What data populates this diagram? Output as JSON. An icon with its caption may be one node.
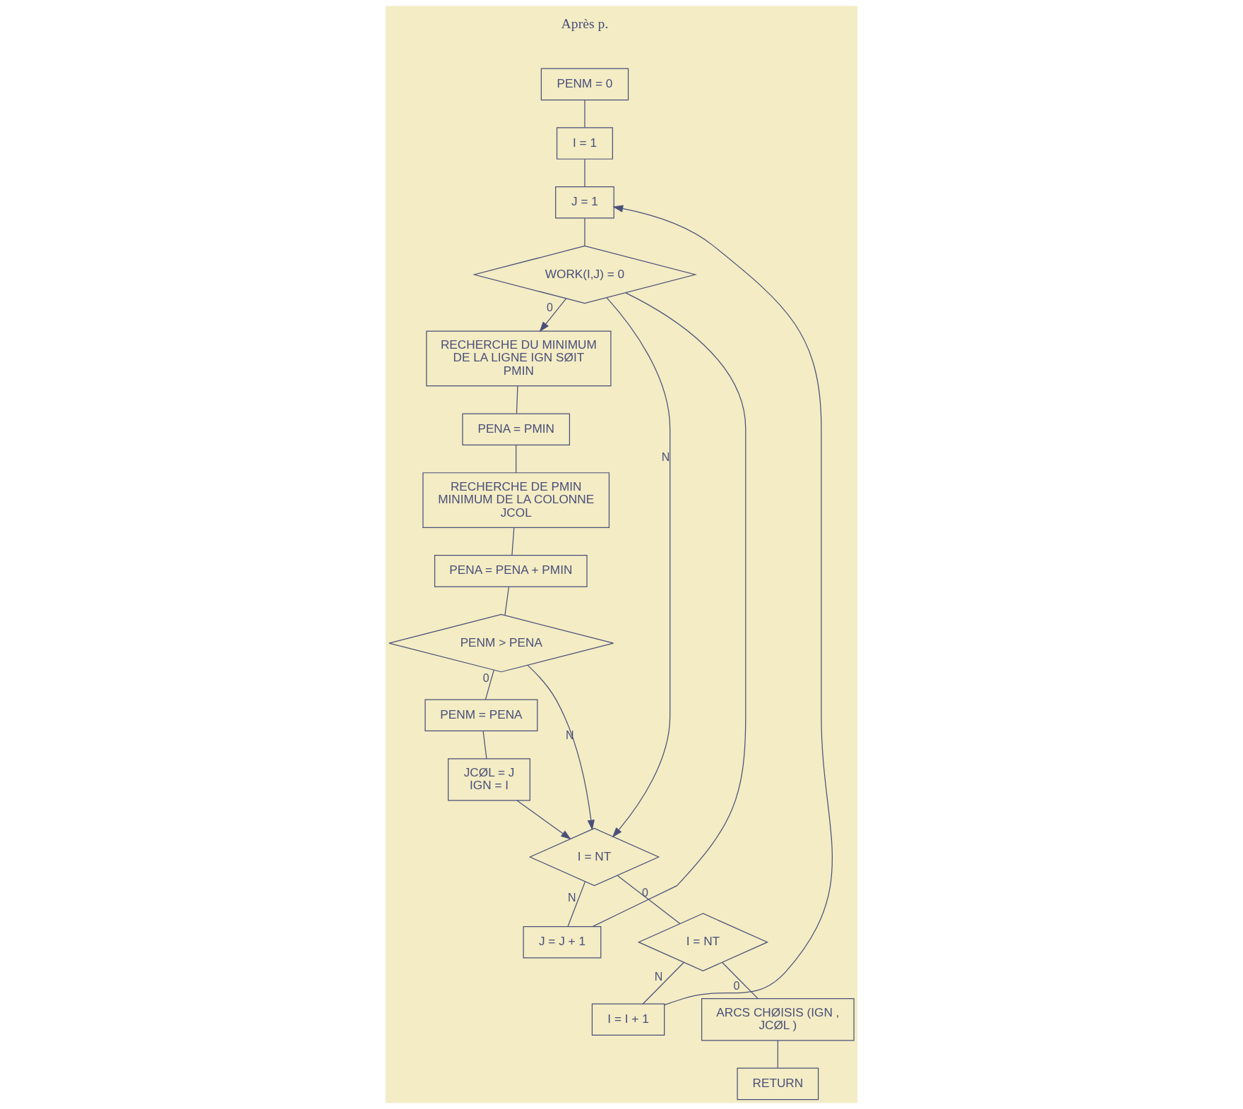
{
  "diagram": {
    "nodes": [
      {
        "text": [
          "PENM = 0"
        ]
      },
      {
        "text": [
          "I = 1"
        ]
      },
      {
        "text": [
          "J = 1"
        ]
      },
      {
        "text": [
          "WORK(I,J) = 0"
        ]
      },
      {
        "text": [
          "RECHERCHE DU MINIMUM DE LA LIGNE IGN SØIT PMIN"
        ]
      },
      {
        "text": [
          "PENA = PMIN"
        ]
      },
      {
        "text": [
          "RECHERCHE DE PMIN MINIMUM DE LA COLONNE JCOL"
        ]
      },
      {
        "text": [
          "PENA = PENA + PMIN"
        ]
      },
      {
        "text": [
          "PENM > PENA"
        ]
      },
      {
        "text": [
          "PENM = PENA"
        ]
      },
      {
        "text": [
          "JCØL = J",
          "IGN = I"
        ]
      },
      {
        "text": [
          "I = NT"
        ]
      },
      {
        "text": [
          "J = J + 1"
        ]
      },
      {
        "text": [
          "I = NT"
        ]
      },
      {
        "text": [
          "I = I + 1"
        ]
      },
      {
        "text": [
          "ARCS CHØISIS (IGN , JCØL )"
        ]
      },
      {
        "text": [
          "RETURN"
        ]
      }
    ],
    "edges": [
      {
        "from": 0,
        "to": 1,
        "arrow": "none"
      },
      {
        "from": 1,
        "to": 2,
        "arrow": "none"
      },
      {
        "from": 2,
        "to": 3,
        "arrow": "none"
      },
      {
        "from": 3,
        "to": 4,
        "label": "0",
        "arrow": "to"
      },
      {
        "from": 3,
        "to": 11,
        "label": "N",
        "arrow": "to"
      },
      {
        "from": 4,
        "to": 5,
        "arrow": "none"
      },
      {
        "from": 5,
        "to": 6,
        "arrow": "none"
      },
      {
        "from": 6,
        "to": 7,
        "arrow": "none"
      },
      {
        "from": 7,
        "to": 8,
        "arrow": "none"
      },
      {
        "from": 8,
        "to": 9,
        "label": "0",
        "arrow": "none"
      },
      {
        "from": 8,
        "to": 11,
        "label": "N",
        "arrow": "to"
      },
      {
        "from": 9,
        "to": 10,
        "arrow": "none"
      },
      {
        "from": 10,
        "to": 11,
        "arrow": "to"
      },
      {
        "from": 11,
        "to": 13,
        "label": "0",
        "arrow": "none"
      },
      {
        "from": 11,
        "to": 12,
        "label": "N",
        "arrow": "none"
      },
      {
        "from": 12,
        "to": 3,
        "arrow": "none"
      },
      {
        "from": 13,
        "to": 15,
        "label": "0",
        "arrow": "none"
      },
      {
        "from": 13,
        "to": 14,
        "label": "N",
        "arrow": "none"
      },
      {
        "from": 14,
        "to": 2,
        "arrow": "to"
      },
      {
        "from": 15,
        "to": 16,
        "arrow": "none"
      }
    ],
    "labels": [
      "Après p."
    ]
  }
}
